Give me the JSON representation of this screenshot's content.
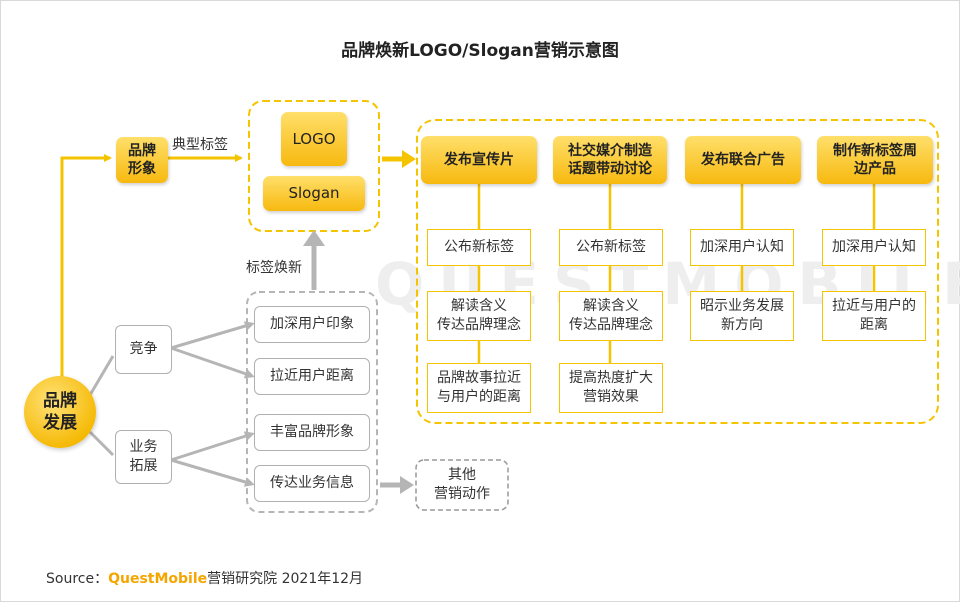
{
  "title": "品牌焕新LOGO/Slogan营销示意图",
  "watermark": "QUESTMOBILE",
  "root": "品牌\n发展",
  "brand_image": "品牌\n形象",
  "label_typical": "典型标签",
  "label_refresh": "标签焕新",
  "logo": "LOGO",
  "slogan": "Slogan",
  "competition": "竞争",
  "business_expansion": "业务\n拓展",
  "goals": [
    "加深用户印象",
    "拉近用户距离",
    "丰富品牌形象",
    "传达业务信息"
  ],
  "other": "其他\n营销动作",
  "actions": [
    {
      "title": "发布宣传片",
      "items": [
        "公布新标签",
        "解读含义\n传达品牌理念",
        "品牌故事拉近\n与用户的距离"
      ]
    },
    {
      "title": "社交媒介制造\n话题带动讨论",
      "items": [
        "公布新标签",
        "解读含义\n传达品牌理念",
        "提高热度扩大\n营销效果"
      ]
    },
    {
      "title": "发布联合广告",
      "items": [
        "加深用户认知",
        "昭示业务发展\n新方向"
      ]
    },
    {
      "title": "制作新标签周\n边产品",
      "items": [
        "加深用户认知",
        "拉近与用户的\n距离"
      ]
    }
  ],
  "source": {
    "prefix": "Source：",
    "brand": "QuestMobile",
    "suffix": "营销研究院 2021年12月"
  },
  "colors": {
    "yellow": "#f5c400",
    "gold": "#f5b800",
    "gray": "#b5b5b5",
    "brand_text": "#f5a500"
  }
}
